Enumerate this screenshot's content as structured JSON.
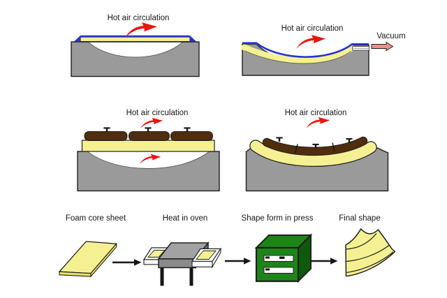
{
  "colors": {
    "foam": "#f5f193",
    "foamEdge": "#e9e164",
    "mold": "#9a9a9a",
    "outline": "#1f1f1f",
    "film": "#2733cf",
    "hotAir": "#e9150d",
    "vacuumArrow": "#ef8f8a",
    "cover": "#4f2d0d",
    "press": "#1d8517",
    "pressSide": "#0d5a0a",
    "ovenTop": "#a2a2a2",
    "ovenFront": "#8a8a8a",
    "ovenSide": "#6b6b6b"
  },
  "panels": [
    {
      "id": "sheet-clamped-over-mold",
      "hot_air_label": "Hot air circulation"
    },
    {
      "id": "vacuum-forming",
      "hot_air_label": "Hot air circulation",
      "vacuum_label": "Vacuum"
    },
    {
      "id": "cover-stack-heating",
      "hot_air_label": "Hot air circulation"
    },
    {
      "id": "cover-formed-into-mold",
      "hot_air_label": "Hot air circulation"
    }
  ],
  "process_steps": [
    {
      "label": "Foam core sheet"
    },
    {
      "label": "Heat in oven"
    },
    {
      "label": "Shape form in press"
    },
    {
      "label": "Final shape"
    }
  ]
}
